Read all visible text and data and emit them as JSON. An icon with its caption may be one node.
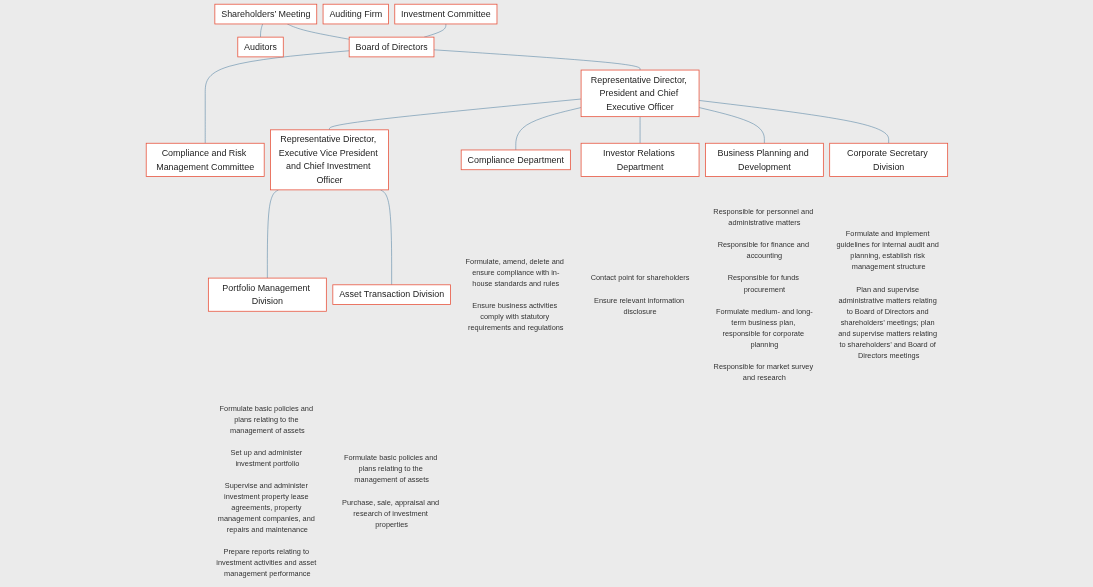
{
  "diagram": {
    "nodes": [
      {
        "text": [
          "Shareholders’ Meeting"
        ]
      },
      {
        "text": [
          "Auditors"
        ]
      },
      {
        "text": [
          "Auditing Firm"
        ]
      },
      {
        "text": [
          "Investment Committee"
        ]
      },
      {
        "text": [
          "Board of Directors"
        ]
      },
      {
        "text": [
          "Compliance and Risk Management Committee"
        ]
      },
      {
        "text": [
          "Representative Director, President and Chief Executive Officer"
        ]
      },
      {
        "text": [
          "Compliance Department"
        ],
        "beside": [
          "Formulate, amend, delete and ensure compliance with in-house standards and rules",
          "Ensure business activities comply with statutory requirements and regulations"
        ]
      },
      {
        "text": [
          "Investor Relations Department"
        ],
        "beside": [
          "Contact point for shareholders",
          "Ensure relevant information disclosure"
        ]
      },
      {
        "text": [
          "Representative Director, Executive Vice President and Chief Investment Officer"
        ]
      },
      {
        "text": [
          "Portfolio Management Division"
        ],
        "beside": [
          "Formulate basic policies and plans relating to the management of assets",
          "Set up and administer investment portfolio",
          "Supervise and administer investment property lease agreements, property management companies, and repairs and maintenance",
          "Prepare reports relating to investment activities and asset management performance"
        ]
      },
      {
        "text": [
          "Asset Transaction Division"
        ],
        "beside": [
          "Formulate basic policies and plans relating to the management of assets",
          "Purchase, sale, appraisal and research of investment properties"
        ]
      },
      {
        "text": [
          "Business Planning and Development"
        ],
        "beside": [
          "Responsible for personnel and administrative matters",
          "Responsible for finance and accounting",
          "Responsible for funds procurement",
          "Formulate medium- and long-term business plan, responsible for corporate planning",
          "Responsible for market survey and research"
        ]
      },
      {
        "text": [
          "Corporate Secretary Division"
        ],
        "beside": [
          "Formulate and implement guidelines for internal audit and planning, establish risk management structure",
          "Plan and supervise administrative matters relating to Board of Directors and shareholders’ meetings; plan and supervise matters relating to shareholders’ and Board of Directors meetings"
        ]
      }
    ],
    "edges": [
      {
        "from": 0,
        "to": 4,
        "arrow": "none"
      },
      {
        "from": 0,
        "to": 1,
        "arrow": "none"
      },
      {
        "from": 3,
        "to": 4,
        "arrow": "none"
      },
      {
        "from": 4,
        "to": 5,
        "arrow": "none"
      },
      {
        "from": 4,
        "to": 6,
        "arrow": "none"
      },
      {
        "from": 6,
        "to": 7,
        "arrow": "none"
      },
      {
        "from": 6,
        "to": 8,
        "arrow": "none"
      },
      {
        "from": 6,
        "to": 9,
        "arrow": "none"
      },
      {
        "from": 6,
        "to": 12,
        "arrow": "none"
      },
      {
        "from": 6,
        "to": 13,
        "arrow": "none"
      },
      {
        "from": 9,
        "to": 10,
        "arrow": "none"
      },
      {
        "from": 9,
        "to": 11,
        "arrow": "none"
      }
    ]
  }
}
